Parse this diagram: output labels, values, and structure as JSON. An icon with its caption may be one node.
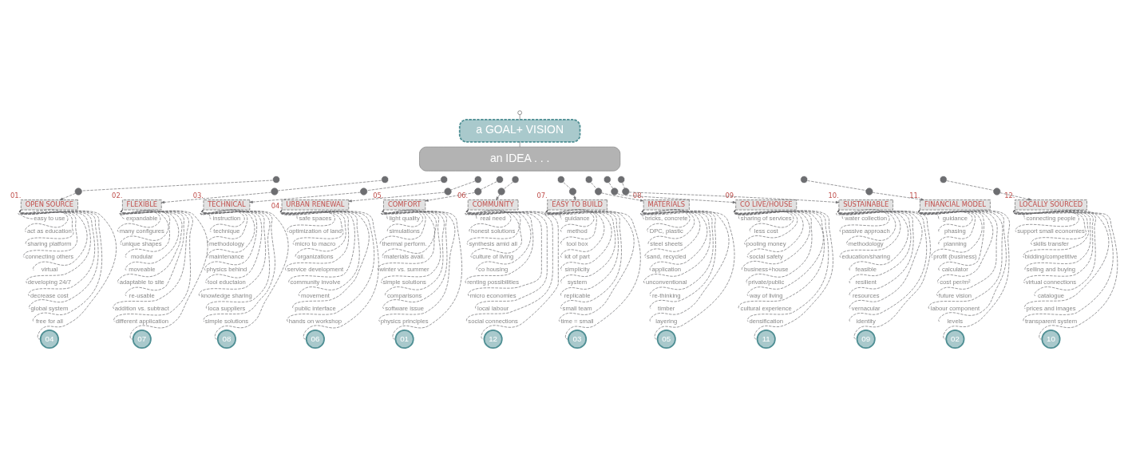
{
  "diagram": {
    "nodes": [
      {
        "text": [],
        "shape": "circle"
      },
      {
        "text": [
          "a GOAL+ VISION"
        ]
      },
      {
        "text": [
          "an IDEA . . ."
        ]
      },
      {
        "text": [],
        "shape": "circle"
      },
      {
        "text": [],
        "shape": "circle"
      },
      {
        "text": [],
        "shape": "circle"
      },
      {
        "text": [],
        "shape": "circle"
      },
      {
        "text": [],
        "shape": "circle"
      },
      {
        "text": [],
        "shape": "circle"
      },
      {
        "text": [],
        "shape": "circle"
      },
      {
        "text": [],
        "shape": "circle"
      },
      {
        "text": [],
        "shape": "circle"
      },
      {
        "text": [],
        "shape": "circle"
      },
      {
        "text": [],
        "shape": "circle"
      },
      {
        "text": [],
        "shape": "circle"
      },
      {
        "text": [],
        "shape": "circle"
      },
      {
        "text": [],
        "shape": "circle"
      },
      {
        "text": [],
        "shape": "circle"
      },
      {
        "text": [],
        "shape": "circle"
      },
      {
        "text": [],
        "shape": "circle"
      },
      {
        "text": [],
        "shape": "circle"
      },
      {
        "text": [],
        "shape": "circle"
      },
      {
        "text": [],
        "shape": "circle"
      },
      {
        "text": [],
        "shape": "circle"
      },
      {
        "text": [],
        "shape": "circle"
      },
      {
        "text": [],
        "shape": "circle"
      },
      {
        "text": [],
        "shape": "circle"
      },
      {
        "text": [
          "OPEN SOURCE"
        ],
        "beside": [
          "01."
        ]
      },
      {
        "text": [
          "easy to use"
        ]
      },
      {
        "text": [
          "act as education"
        ]
      },
      {
        "text": [
          "sharing platform"
        ]
      },
      {
        "text": [
          "connecting others"
        ]
      },
      {
        "text": [
          "virtual"
        ]
      },
      {
        "text": [
          "developing 24/7"
        ]
      },
      {
        "text": [
          "decrease cost"
        ]
      },
      {
        "text": [
          "global system"
        ]
      },
      {
        "text": [
          "free for all"
        ]
      },
      {
        "text": [
          "04"
        ]
      },
      {
        "text": [
          "FLEXIBLE"
        ],
        "beside": [
          "02."
        ]
      },
      {
        "text": [
          "expandable"
        ]
      },
      {
        "text": [
          "many configures"
        ]
      },
      {
        "text": [
          "unique shapes"
        ]
      },
      {
        "text": [
          "modular"
        ]
      },
      {
        "text": [
          "moveable"
        ]
      },
      {
        "text": [
          "adaptable to site"
        ]
      },
      {
        "text": [
          "re-usable"
        ]
      },
      {
        "text": [
          "addition vs. subtract"
        ]
      },
      {
        "text": [
          "different application"
        ]
      },
      {
        "text": [
          "07"
        ]
      },
      {
        "text": [
          "TECHNICAL"
        ],
        "beside": [
          "03."
        ]
      },
      {
        "text": [
          "instruction"
        ]
      },
      {
        "text": [
          "technique"
        ]
      },
      {
        "text": [
          "methodology"
        ]
      },
      {
        "text": [
          "maintenance"
        ]
      },
      {
        "text": [
          "physics behind"
        ]
      },
      {
        "text": [
          "tool eductaion"
        ]
      },
      {
        "text": [
          "knowledge sharing"
        ]
      },
      {
        "text": [
          "loca suppliers"
        ]
      },
      {
        "text": [
          "simple solutions"
        ]
      },
      {
        "text": [
          "08"
        ]
      },
      {
        "text": [
          "URBAN RENEWAL"
        ],
        "beside": [
          "04."
        ]
      },
      {
        "text": [
          "safe spaces"
        ]
      },
      {
        "text": [
          "optimization of land"
        ]
      },
      {
        "text": [
          "micro to macro"
        ]
      },
      {
        "text": [
          "organizations"
        ]
      },
      {
        "text": [
          "service development"
        ]
      },
      {
        "text": [
          "community involve"
        ]
      },
      {
        "text": [
          "movement"
        ]
      },
      {
        "text": [
          "public interface"
        ]
      },
      {
        "text": [
          "hands on workshop"
        ]
      },
      {
        "text": [
          "06"
        ]
      },
      {
        "text": [
          "COMFORT"
        ],
        "beside": [
          "05."
        ]
      },
      {
        "text": [
          "light quality"
        ]
      },
      {
        "text": [
          "simulations"
        ]
      },
      {
        "text": [
          "thermal perform."
        ]
      },
      {
        "text": [
          "materials avail."
        ]
      },
      {
        "text": [
          "winter vs. summer"
        ]
      },
      {
        "text": [
          "simple solutions"
        ]
      },
      {
        "text": [
          "comparisons"
        ]
      },
      {
        "text": [
          "software issue"
        ]
      },
      {
        "text": [
          "physics principles"
        ]
      },
      {
        "text": [
          "01"
        ]
      },
      {
        "text": [
          "COMMUNITY"
        ],
        "beside": [
          "06."
        ]
      },
      {
        "text": [
          "real need"
        ]
      },
      {
        "text": [
          "honest solutions"
        ]
      },
      {
        "text": [
          "synthesis amid all"
        ]
      },
      {
        "text": [
          "culture of living"
        ]
      },
      {
        "text": [
          "co housing"
        ]
      },
      {
        "text": [
          "renting possibilities"
        ]
      },
      {
        "text": [
          "micro economies"
        ]
      },
      {
        "text": [
          "local labour"
        ]
      },
      {
        "text": [
          "social connections"
        ]
      },
      {
        "text": [
          "12"
        ]
      },
      {
        "text": [
          "EASY TO BUILD"
        ],
        "beside": [
          "07."
        ]
      },
      {
        "text": [
          "guidance"
        ]
      },
      {
        "text": [
          "method"
        ]
      },
      {
        "text": [
          "tool box"
        ]
      },
      {
        "text": [
          "kit of part"
        ]
      },
      {
        "text": [
          "simplicity"
        ]
      },
      {
        "text": [
          "system"
        ]
      },
      {
        "text": [
          "replicable"
        ]
      },
      {
        "text": [
          "small team"
        ]
      },
      {
        "text": [
          "time = small"
        ]
      },
      {
        "text": [
          "03"
        ]
      },
      {
        "text": [
          "MATERIALS"
        ],
        "beside": [
          "08."
        ]
      },
      {
        "text": [
          "bricks, concrete"
        ]
      },
      {
        "text": [
          "DPC, plastic"
        ]
      },
      {
        "text": [
          "steel sheets"
        ]
      },
      {
        "text": [
          "sand, recycled"
        ]
      },
      {
        "text": [
          "application"
        ]
      },
      {
        "text": [
          "unconventional"
        ]
      },
      {
        "text": [
          "re-thinking"
        ]
      },
      {
        "text": [
          "timber"
        ]
      },
      {
        "text": [
          "layering"
        ]
      },
      {
        "text": [
          "05"
        ]
      },
      {
        "text": [
          "CO LIVE/HOUSE"
        ],
        "beside": [
          "09."
        ]
      },
      {
        "text": [
          "sharing of services"
        ]
      },
      {
        "text": [
          "less cost"
        ]
      },
      {
        "text": [
          "pooling money"
        ]
      },
      {
        "text": [
          "social safety"
        ]
      },
      {
        "text": [
          "business+house"
        ]
      },
      {
        "text": [
          "private/public"
        ]
      },
      {
        "text": [
          "way of living"
        ]
      },
      {
        "text": [
          "cultural experience"
        ]
      },
      {
        "text": [
          "densification"
        ]
      },
      {
        "text": [
          "11"
        ]
      },
      {
        "text": [
          "SUSTAINABLE"
        ],
        "beside": [
          "10."
        ]
      },
      {
        "text": [
          "water collection"
        ]
      },
      {
        "text": [
          "passive approach"
        ]
      },
      {
        "text": [
          "methodology"
        ]
      },
      {
        "text": [
          "education/sharing"
        ]
      },
      {
        "text": [
          "feasible"
        ]
      },
      {
        "text": [
          "resilient"
        ]
      },
      {
        "text": [
          "resources"
        ]
      },
      {
        "text": [
          "vernacular"
        ]
      },
      {
        "text": [
          "identity"
        ]
      },
      {
        "text": [
          "09"
        ]
      },
      {
        "text": [
          "FINANCIAL MODEL"
        ],
        "beside": [
          "11."
        ]
      },
      {
        "text": [
          "guidance"
        ]
      },
      {
        "text": [
          "phasing"
        ]
      },
      {
        "text": [
          "planning"
        ]
      },
      {
        "text": [
          "profit (business)"
        ]
      },
      {
        "text": [
          "calculator"
        ]
      },
      {
        "text": [
          "cost per/m²"
        ]
      },
      {
        "text": [
          "future vision"
        ]
      },
      {
        "text": [
          "labour component"
        ]
      },
      {
        "text": [
          "levels"
        ]
      },
      {
        "text": [
          "02"
        ]
      },
      {
        "text": [
          "LOCALLY SOURCED"
        ],
        "beside": [
          "12."
        ]
      },
      {
        "text": [
          "connecting people"
        ]
      },
      {
        "text": [
          "support small economies"
        ]
      },
      {
        "text": [
          "skills transfer"
        ]
      },
      {
        "text": [
          "bidding/competitive"
        ]
      },
      {
        "text": [
          "selling and buying"
        ]
      },
      {
        "text": [
          "virtual connections"
        ]
      },
      {
        "text": [
          "catalogue"
        ]
      },
      {
        "text": [
          "prices and images"
        ]
      },
      {
        "text": [
          "transparent system"
        ]
      },
      {
        "text": [
          "10"
        ]
      }
    ],
    "edges": [
      {
        "from": 0,
        "to": 1,
        "arrow": "none"
      },
      {
        "from": 1,
        "to": 2,
        "arrow": "none"
      },
      {
        "from": 3,
        "to": 15,
        "arrow": "none",
        "style": "dashed"
      },
      {
        "from": 15,
        "to": 27,
        "arrow": "to",
        "style": "dashed"
      },
      {
        "from": 27,
        "to": 28,
        "arrow": "none",
        "style": "dashed"
      },
      {
        "from": 27,
        "to": 29,
        "arrow": "none",
        "style": "dashed"
      },
      {
        "from": 27,
        "to": 30,
        "arrow": "none",
        "style": "dashed"
      },
      {
        "from": 27,
        "to": 31,
        "arrow": "none",
        "style": "dashed"
      },
      {
        "from": 27,
        "to": 32,
        "arrow": "none",
        "style": "dashed"
      },
      {
        "from": 27,
        "to": 33,
        "arrow": "none",
        "style": "dashed"
      },
      {
        "from": 27,
        "to": 34,
        "arrow": "none",
        "style": "dashed"
      },
      {
        "from": 27,
        "to": 35,
        "arrow": "none",
        "style": "dashed"
      },
      {
        "from": 27,
        "to": 36,
        "arrow": "none",
        "style": "dashed"
      },
      {
        "from": 27,
        "to": 37,
        "arrow": "none",
        "style": "dashed"
      },
      {
        "from": 4,
        "to": 16,
        "arrow": "none",
        "style": "dashed"
      },
      {
        "from": 16,
        "to": 38,
        "arrow": "to",
        "style": "dashed"
      },
      {
        "from": 38,
        "to": 39,
        "arrow": "none",
        "style": "dashed"
      },
      {
        "from": 38,
        "to": 40,
        "arrow": "none",
        "style": "dashed"
      },
      {
        "from": 38,
        "to": 41,
        "arrow": "none",
        "style": "dashed"
      },
      {
        "from": 38,
        "to": 42,
        "arrow": "none",
        "style": "dashed"
      },
      {
        "from": 38,
        "to": 43,
        "arrow": "none",
        "style": "dashed"
      },
      {
        "from": 38,
        "to": 44,
        "arrow": "none",
        "style": "dashed"
      },
      {
        "from": 38,
        "to": 45,
        "arrow": "none",
        "style": "dashed"
      },
      {
        "from": 38,
        "to": 46,
        "arrow": "none",
        "style": "dashed"
      },
      {
        "from": 38,
        "to": 47,
        "arrow": "none",
        "style": "dashed"
      },
      {
        "from": 38,
        "to": 48,
        "arrow": "none",
        "style": "dashed"
      },
      {
        "from": 5,
        "to": 17,
        "arrow": "none",
        "style": "dashed"
      },
      {
        "from": 17,
        "to": 49,
        "arrow": "to",
        "style": "dashed"
      },
      {
        "from": 49,
        "to": 50,
        "arrow": "none",
        "style": "dashed"
      },
      {
        "from": 49,
        "to": 51,
        "arrow": "none",
        "style": "dashed"
      },
      {
        "from": 49,
        "to": 52,
        "arrow": "none",
        "style": "dashed"
      },
      {
        "from": 49,
        "to": 53,
        "arrow": "none",
        "style": "dashed"
      },
      {
        "from": 49,
        "to": 54,
        "arrow": "none",
        "style": "dashed"
      },
      {
        "from": 49,
        "to": 55,
        "arrow": "none",
        "style": "dashed"
      },
      {
        "from": 49,
        "to": 56,
        "arrow": "none",
        "style": "dashed"
      },
      {
        "from": 49,
        "to": 57,
        "arrow": "none",
        "style": "dashed"
      },
      {
        "from": 49,
        "to": 58,
        "arrow": "none",
        "style": "dashed"
      },
      {
        "from": 49,
        "to": 59,
        "arrow": "none",
        "style": "dashed"
      },
      {
        "from": 6,
        "to": 18,
        "arrow": "none",
        "style": "dashed"
      },
      {
        "from": 18,
        "to": 60,
        "arrow": "to",
        "style": "dashed"
      },
      {
        "from": 60,
        "to": 61,
        "arrow": "none",
        "style": "dashed"
      },
      {
        "from": 60,
        "to": 62,
        "arrow": "none",
        "style": "dashed"
      },
      {
        "from": 60,
        "to": 63,
        "arrow": "none",
        "style": "dashed"
      },
      {
        "from": 60,
        "to": 64,
        "arrow": "none",
        "style": "dashed"
      },
      {
        "from": 60,
        "to": 65,
        "arrow": "none",
        "style": "dashed"
      },
      {
        "from": 60,
        "to": 66,
        "arrow": "none",
        "style": "dashed"
      },
      {
        "from": 60,
        "to": 67,
        "arrow": "none",
        "style": "dashed"
      },
      {
        "from": 60,
        "to": 68,
        "arrow": "none",
        "style": "dashed"
      },
      {
        "from": 60,
        "to": 69,
        "arrow": "none",
        "style": "dashed"
      },
      {
        "from": 60,
        "to": 70,
        "arrow": "none",
        "style": "dashed"
      },
      {
        "from": 7,
        "to": 19,
        "arrow": "none",
        "style": "dashed"
      },
      {
        "from": 19,
        "to": 71,
        "arrow": "to",
        "style": "dashed"
      },
      {
        "from": 71,
        "to": 72,
        "arrow": "none",
        "style": "dashed"
      },
      {
        "from": 71,
        "to": 73,
        "arrow": "none",
        "style": "dashed"
      },
      {
        "from": 71,
        "to": 74,
        "arrow": "none",
        "style": "dashed"
      },
      {
        "from": 71,
        "to": 75,
        "arrow": "none",
        "style": "dashed"
      },
      {
        "from": 71,
        "to": 76,
        "arrow": "none",
        "style": "dashed"
      },
      {
        "from": 71,
        "to": 77,
        "arrow": "none",
        "style": "dashed"
      },
      {
        "from": 71,
        "to": 78,
        "arrow": "none",
        "style": "dashed"
      },
      {
        "from": 71,
        "to": 79,
        "arrow": "none",
        "style": "dashed"
      },
      {
        "from": 71,
        "to": 80,
        "arrow": "none",
        "style": "dashed"
      },
      {
        "from": 71,
        "to": 81,
        "arrow": "none",
        "style": "dashed"
      },
      {
        "from": 8,
        "to": 20,
        "arrow": "none",
        "style": "dashed"
      },
      {
        "from": 20,
        "to": 82,
        "arrow": "to",
        "style": "dashed"
      },
      {
        "from": 82,
        "to": 83,
        "arrow": "none",
        "style": "dashed"
      },
      {
        "from": 82,
        "to": 84,
        "arrow": "none",
        "style": "dashed"
      },
      {
        "from": 82,
        "to": 85,
        "arrow": "none",
        "style": "dashed"
      },
      {
        "from": 82,
        "to": 86,
        "arrow": "none",
        "style": "dashed"
      },
      {
        "from": 82,
        "to": 87,
        "arrow": "none",
        "style": "dashed"
      },
      {
        "from": 82,
        "to": 88,
        "arrow": "none",
        "style": "dashed"
      },
      {
        "from": 82,
        "to": 89,
        "arrow": "none",
        "style": "dashed"
      },
      {
        "from": 82,
        "to": 90,
        "arrow": "none",
        "style": "dashed"
      },
      {
        "from": 82,
        "to": 91,
        "arrow": "none",
        "style": "dashed"
      },
      {
        "from": 82,
        "to": 92,
        "arrow": "none",
        "style": "dashed"
      },
      {
        "from": 9,
        "to": 21,
        "arrow": "none",
        "style": "dashed"
      },
      {
        "from": 21,
        "to": 93,
        "arrow": "to",
        "style": "dashed"
      },
      {
        "from": 93,
        "to": 94,
        "arrow": "none",
        "style": "dashed"
      },
      {
        "from": 93,
        "to": 95,
        "arrow": "none",
        "style": "dashed"
      },
      {
        "from": 93,
        "to": 96,
        "arrow": "none",
        "style": "dashed"
      },
      {
        "from": 93,
        "to": 97,
        "arrow": "none",
        "style": "dashed"
      },
      {
        "from": 93,
        "to": 98,
        "arrow": "none",
        "style": "dashed"
      },
      {
        "from": 93,
        "to": 99,
        "arrow": "none",
        "style": "dashed"
      },
      {
        "from": 93,
        "to": 100,
        "arrow": "none",
        "style": "dashed"
      },
      {
        "from": 93,
        "to": 101,
        "arrow": "none",
        "style": "dashed"
      },
      {
        "from": 93,
        "to": 102,
        "arrow": "none",
        "style": "dashed"
      },
      {
        "from": 93,
        "to": 103,
        "arrow": "none",
        "style": "dashed"
      },
      {
        "from": 10,
        "to": 22,
        "arrow": "none",
        "style": "dashed"
      },
      {
        "from": 22,
        "to": 104,
        "arrow": "to",
        "style": "dashed"
      },
      {
        "from": 104,
        "to": 105,
        "arrow": "none",
        "style": "dashed"
      },
      {
        "from": 104,
        "to": 106,
        "arrow": "none",
        "style": "dashed"
      },
      {
        "from": 104,
        "to": 107,
        "arrow": "none",
        "style": "dashed"
      },
      {
        "from": 104,
        "to": 108,
        "arrow": "none",
        "style": "dashed"
      },
      {
        "from": 104,
        "to": 109,
        "arrow": "none",
        "style": "dashed"
      },
      {
        "from": 104,
        "to": 110,
        "arrow": "none",
        "style": "dashed"
      },
      {
        "from": 104,
        "to": 111,
        "arrow": "none",
        "style": "dashed"
      },
      {
        "from": 104,
        "to": 112,
        "arrow": "none",
        "style": "dashed"
      },
      {
        "from": 104,
        "to": 113,
        "arrow": "none",
        "style": "dashed"
      },
      {
        "from": 104,
        "to": 114,
        "arrow": "none",
        "style": "dashed"
      },
      {
        "from": 11,
        "to": 23,
        "arrow": "none",
        "style": "dashed"
      },
      {
        "from": 23,
        "to": 115,
        "arrow": "to",
        "style": "dashed"
      },
      {
        "from": 115,
        "to": 116,
        "arrow": "none",
        "style": "dashed"
      },
      {
        "from": 115,
        "to": 117,
        "arrow": "none",
        "style": "dashed"
      },
      {
        "from": 115,
        "to": 118,
        "arrow": "none",
        "style": "dashed"
      },
      {
        "from": 115,
        "to": 119,
        "arrow": "none",
        "style": "dashed"
      },
      {
        "from": 115,
        "to": 120,
        "arrow": "none",
        "style": "dashed"
      },
      {
        "from": 115,
        "to": 121,
        "arrow": "none",
        "style": "dashed"
      },
      {
        "from": 115,
        "to": 122,
        "arrow": "none",
        "style": "dashed"
      },
      {
        "from": 115,
        "to": 123,
        "arrow": "none",
        "style": "dashed"
      },
      {
        "from": 115,
        "to": 124,
        "arrow": "none",
        "style": "dashed"
      },
      {
        "from": 115,
        "to": 125,
        "arrow": "none",
        "style": "dashed"
      },
      {
        "from": 12,
        "to": 24,
        "arrow": "none",
        "style": "dashed"
      },
      {
        "from": 24,
        "to": 126,
        "arrow": "to",
        "style": "dashed"
      },
      {
        "from": 126,
        "to": 127,
        "arrow": "none",
        "style": "dashed"
      },
      {
        "from": 126,
        "to": 128,
        "arrow": "none",
        "style": "dashed"
      },
      {
        "from": 126,
        "to": 129,
        "arrow": "none",
        "style": "dashed"
      },
      {
        "from": 126,
        "to": 130,
        "arrow": "none",
        "style": "dashed"
      },
      {
        "from": 126,
        "to": 131,
        "arrow": "none",
        "style": "dashed"
      },
      {
        "from": 126,
        "to": 132,
        "arrow": "none",
        "style": "dashed"
      },
      {
        "from": 126,
        "to": 133,
        "arrow": "none",
        "style": "dashed"
      },
      {
        "from": 126,
        "to": 134,
        "arrow": "none",
        "style": "dashed"
      },
      {
        "from": 126,
        "to": 135,
        "arrow": "none",
        "style": "dashed"
      },
      {
        "from": 126,
        "to": 136,
        "arrow": "none",
        "style": "dashed"
      },
      {
        "from": 13,
        "to": 25,
        "arrow": "none",
        "style": "dashed"
      },
      {
        "from": 25,
        "to": 137,
        "arrow": "to",
        "style": "dashed"
      },
      {
        "from": 137,
        "to": 138,
        "arrow": "none",
        "style": "dashed"
      },
      {
        "from": 137,
        "to": 139,
        "arrow": "none",
        "style": "dashed"
      },
      {
        "from": 137,
        "to": 140,
        "arrow": "none",
        "style": "dashed"
      },
      {
        "from": 137,
        "to": 141,
        "arrow": "none",
        "style": "dashed"
      },
      {
        "from": 137,
        "to": 142,
        "arrow": "none",
        "style": "dashed"
      },
      {
        "from": 137,
        "to": 143,
        "arrow": "none",
        "style": "dashed"
      },
      {
        "from": 137,
        "to": 144,
        "arrow": "none",
        "style": "dashed"
      },
      {
        "from": 137,
        "to": 145,
        "arrow": "none",
        "style": "dashed"
      },
      {
        "from": 137,
        "to": 146,
        "arrow": "none",
        "style": "dashed"
      },
      {
        "from": 137,
        "to": 147,
        "arrow": "none",
        "style": "dashed"
      },
      {
        "from": 14,
        "to": 26,
        "arrow": "none",
        "style": "dashed"
      },
      {
        "from": 26,
        "to": 148,
        "arrow": "to",
        "style": "dashed"
      },
      {
        "from": 148,
        "to": 149,
        "arrow": "none",
        "style": "dashed"
      },
      {
        "from": 148,
        "to": 150,
        "arrow": "none",
        "style": "dashed"
      },
      {
        "from": 148,
        "to": 151,
        "arrow": "none",
        "style": "dashed"
      },
      {
        "from": 148,
        "to": 152,
        "arrow": "none",
        "style": "dashed"
      },
      {
        "from": 148,
        "to": 153,
        "arrow": "none",
        "style": "dashed"
      },
      {
        "from": 148,
        "to": 154,
        "arrow": "none",
        "style": "dashed"
      },
      {
        "from": 148,
        "to": 155,
        "arrow": "none",
        "style": "dashed"
      },
      {
        "from": 148,
        "to": 156,
        "arrow": "none",
        "style": "dashed"
      },
      {
        "from": 148,
        "to": 157,
        "arrow": "none",
        "style": "dashed"
      },
      {
        "from": 148,
        "to": 158,
        "arrow": "none",
        "style": "dashed"
      }
    ]
  }
}
